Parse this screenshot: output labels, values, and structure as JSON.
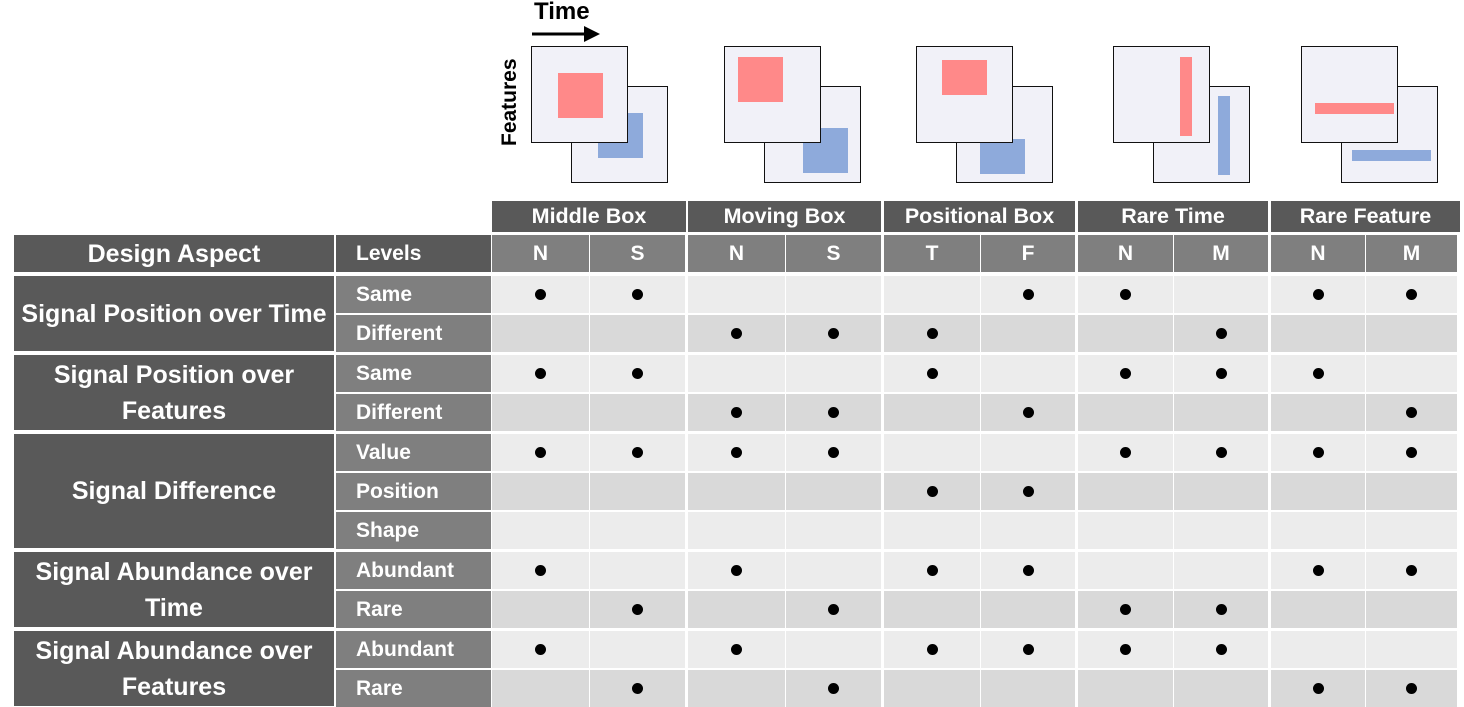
{
  "legend": {
    "time_label": "Time",
    "features_label": "Features"
  },
  "colors": {
    "dark": "#595959",
    "mid": "#7f7f7f",
    "light": "#ececec",
    "light_alt": "#d9d9d9",
    "signal_a": "#ff8989",
    "signal_b": "#8eaadb",
    "dot": "#000000"
  },
  "table": {
    "header": {
      "design_aspect": "Design Aspect",
      "levels": "Levels"
    },
    "groups": [
      {
        "name": "Middle Box",
        "subs": [
          "N",
          "S"
        ]
      },
      {
        "name": "Moving Box",
        "subs": [
          "N",
          "S"
        ]
      },
      {
        "name": "Positional Box",
        "subs": [
          "T",
          "F"
        ]
      },
      {
        "name": "Rare Time",
        "subs": [
          "N",
          "M"
        ]
      },
      {
        "name": "Rare Feature",
        "subs": [
          "N",
          "M"
        ]
      }
    ],
    "aspects": [
      {
        "name": "Signal Position over Time",
        "levels": [
          {
            "label": "Same",
            "marks": [
              1,
              1,
              0,
              0,
              0,
              1,
              1,
              0,
              1,
              1
            ]
          },
          {
            "label": "Different",
            "marks": [
              0,
              0,
              1,
              1,
              1,
              0,
              0,
              1,
              0,
              0
            ]
          }
        ]
      },
      {
        "name": "Signal Position over Features",
        "levels": [
          {
            "label": "Same",
            "marks": [
              1,
              1,
              0,
              0,
              1,
              0,
              1,
              1,
              1,
              0
            ]
          },
          {
            "label": "Different",
            "marks": [
              0,
              0,
              1,
              1,
              0,
              1,
              0,
              0,
              0,
              1
            ]
          }
        ]
      },
      {
        "name": "Signal Difference",
        "levels": [
          {
            "label": "Value",
            "marks": [
              1,
              1,
              1,
              1,
              0,
              0,
              1,
              1,
              1,
              1
            ]
          },
          {
            "label": "Position",
            "marks": [
              0,
              0,
              0,
              0,
              1,
              1,
              0,
              0,
              0,
              0
            ]
          },
          {
            "label": "Shape",
            "marks": [
              0,
              0,
              0,
              0,
              0,
              0,
              0,
              0,
              0,
              0
            ]
          }
        ]
      },
      {
        "name": "Signal Abundance over Time",
        "levels": [
          {
            "label": "Abundant",
            "marks": [
              1,
              0,
              1,
              0,
              1,
              1,
              0,
              0,
              1,
              1
            ]
          },
          {
            "label": "Rare",
            "marks": [
              0,
              1,
              0,
              1,
              0,
              0,
              1,
              1,
              0,
              0
            ]
          }
        ]
      },
      {
        "name": "Signal Abundance over Features",
        "levels": [
          {
            "label": "Abundant",
            "marks": [
              1,
              0,
              1,
              0,
              1,
              1,
              1,
              1,
              0,
              0
            ]
          },
          {
            "label": "Rare",
            "marks": [
              0,
              1,
              0,
              1,
              0,
              0,
              0,
              0,
              1,
              1
            ]
          }
        ]
      }
    ]
  }
}
